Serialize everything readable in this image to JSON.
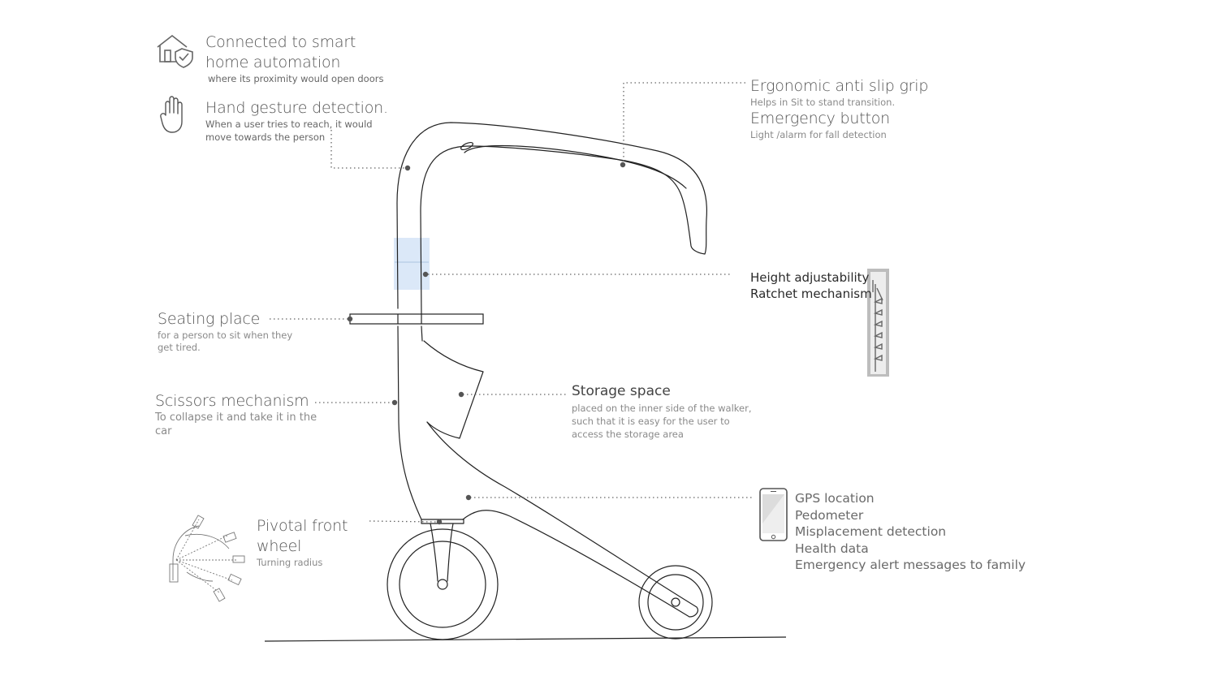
{
  "annotations": {
    "smart_home": {
      "title_line1": "Connected to smart",
      "title_line2": "home automation",
      "note": "where its proximity would open doors"
    },
    "gesture": {
      "title": "Hand gesture detection.",
      "note_line1": "When a user tries to reach, it would",
      "note_line2": "move towards the person"
    },
    "grip": {
      "title": "Ergonomic anti slip grip",
      "note": "Helps in Sit to stand transition."
    },
    "emergency": {
      "title": "Emergency button",
      "note": "Light /alarm for fall detection"
    },
    "height": {
      "line1": "Height adjustability",
      "line2": "Ratchet mechanism"
    },
    "seating": {
      "title": "Seating place",
      "note_line1": "for a person to sit when they",
      "note_line2": "get tired."
    },
    "scissors": {
      "title": "Scissors mechanism",
      "note_line1": "To collapse it and take it in the",
      "note_line2": "car"
    },
    "storage": {
      "title": "Storage space",
      "note_line1": "placed on the inner side of the walker,",
      "note_line2": "such that it is easy for the user to",
      "note_line3": "access the storage area"
    },
    "pivot": {
      "title_line1": "Pivotal front",
      "title_line2": "wheel",
      "note": "Turning radius"
    },
    "phone_features": [
      "GPS location",
      "Pedometer",
      "Misplacement detection",
      "Health data",
      "Emergency alert messages to family"
    ]
  },
  "icons": {
    "smart_home": "smart-home-shield-icon",
    "gesture": "raised-hand-icon",
    "ratchet": "ratchet-mechanism-icon",
    "phone": "smartphone-icon",
    "turning_radius": "turning-radius-icon"
  },
  "colors": {
    "line": "#222222",
    "callout_dots": "#555555",
    "highlight": "#cfe0f5",
    "ratchet_bar": "#bdbdbd"
  }
}
